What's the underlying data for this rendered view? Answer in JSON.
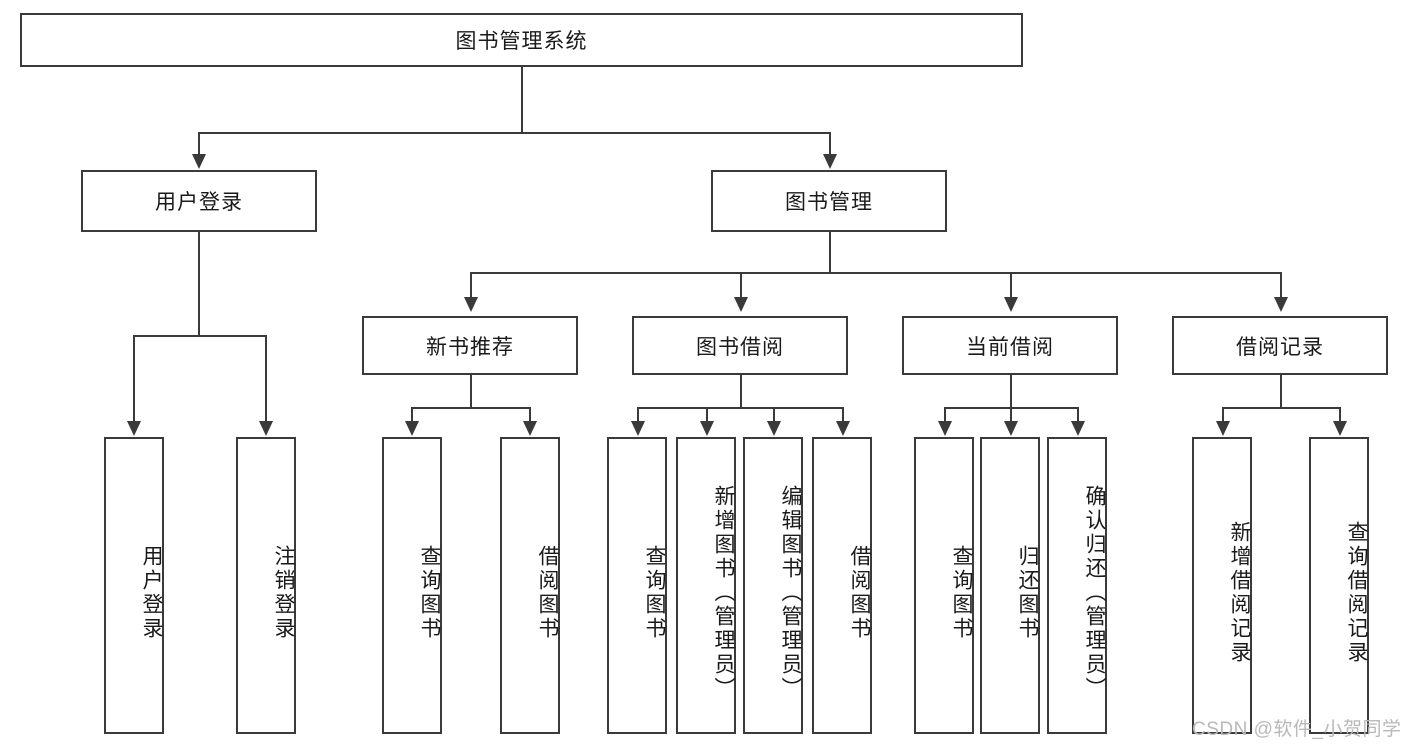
{
  "diagram": {
    "title_node": {
      "label": "图书管理系统"
    },
    "level2": [
      {
        "label": "用户登录"
      },
      {
        "label": "图书管理"
      }
    ],
    "level3": [
      {
        "label": "新书推荐"
      },
      {
        "label": "图书借阅"
      },
      {
        "label": "当前借阅"
      },
      {
        "label": "借阅记录"
      }
    ],
    "leaves": {
      "user_login": [
        {
          "label": "用户登录"
        },
        {
          "label": "注销登录"
        }
      ],
      "new_book_recommend": [
        {
          "label": "查询图书"
        },
        {
          "label": "借阅图书"
        }
      ],
      "book_borrow": [
        {
          "label": "查询图书"
        },
        {
          "label": "新增图书（管理员）"
        },
        {
          "label": "编辑图书（管理员）"
        },
        {
          "label": "借阅图书"
        }
      ],
      "current_borrow": [
        {
          "label": "查询图书"
        },
        {
          "label": "归还图书"
        },
        {
          "label": "确认归还（管理员）"
        }
      ],
      "borrow_record": [
        {
          "label": "新增借阅记录"
        },
        {
          "label": "查询借阅记录"
        }
      ]
    }
  },
  "watermark": {
    "text": "CSDN @软件_小贺同学"
  },
  "colors": {
    "stroke": "#3a3a3a",
    "text": "#1a1a1a",
    "background": "#ffffff",
    "watermark": "#b9b9b9"
  }
}
